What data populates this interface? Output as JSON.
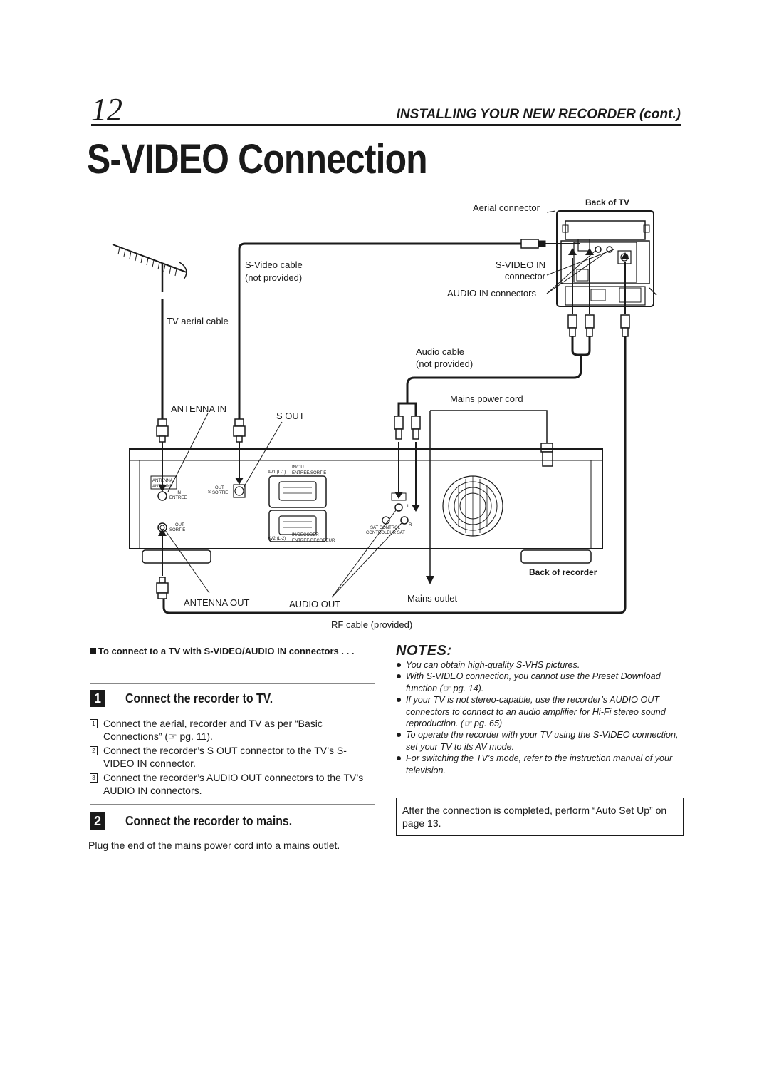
{
  "header": {
    "page_number": "12",
    "section": "INSTALLING YOUR NEW RECORDER (cont.)",
    "title": "S-VIDEO Connection"
  },
  "diagram": {
    "labels": {
      "aerial_connector": "Aerial connector",
      "back_of_tv": "Back of TV",
      "svideo_cable": "S-Video cable",
      "not_provided_1": "(not provided)",
      "svideo_in": "S-VIDEO IN",
      "connector": "connector",
      "audio_in_connectors": "AUDIO IN connectors",
      "tv_aerial_cable": "TV aerial cable",
      "audio_cable": "Audio cable",
      "not_provided_2": "(not provided)",
      "mains_power_cord": "Mains power cord",
      "antenna_in": "ANTENNA IN",
      "s_out": "S OUT",
      "back_of_recorder": "Back of recorder",
      "antenna_out": "ANTENNA OUT",
      "audio_out": "AUDIO OUT",
      "mains_outlet": "Mains outlet",
      "rf_cable": "RF cable (provided)"
    },
    "panel_text": {
      "antenna": "ANTENNA",
      "antenne": "ANTENNE",
      "in": "IN",
      "entree": "ENTREE",
      "out": "OUT",
      "sortie": "SORTIE",
      "s": "S",
      "av1": "AV1 (L-1)",
      "in_out": "IN/OUT",
      "entree_sortie": "ENTREE/SORTIE",
      "av2": "AV2 (L-2)",
      "in_decoder": "IN/DECODER",
      "entree_decodeur": "ENTREE/DECODEUR",
      "sat_control": "SAT CONTROL",
      "controleur_sat": "CONTROLEUR SAT",
      "l": "L",
      "r": "R"
    }
  },
  "instructions": {
    "intro": "To connect to a TV with S-VIDEO/AUDIO IN connectors . . .",
    "step1": {
      "number": "1",
      "title": "Connect the recorder to TV.",
      "items": [
        {
          "n": "1",
          "text": "Connect the aerial, recorder and TV as per “Basic Connections” (☞ pg. 11)."
        },
        {
          "n": "2",
          "text": "Connect the recorder’s S OUT connector to the TV’s S-VIDEO IN connector."
        },
        {
          "n": "3",
          "text": "Connect the recorder’s AUDIO OUT connectors to the TV’s AUDIO IN connectors."
        }
      ]
    },
    "step2": {
      "number": "2",
      "title": "Connect the recorder to mains.",
      "text": "Plug the end of the mains power cord into a mains outlet."
    }
  },
  "notes": {
    "heading": "NOTES:",
    "items": [
      "You can obtain high-quality S-VHS pictures.",
      "With S-VIDEO connection, you cannot use the Preset Download function (☞ pg. 14).",
      "If your TV is not stereo-capable, use the recorder’s AUDIO OUT connectors to connect to an audio amplifier for Hi-Fi stereo sound reproduction. (☞ pg. 65)",
      "To operate the recorder with your TV using the S-VIDEO connection, set your TV to its AV mode.",
      "For switching the TV’s mode, refer to the instruction manual of your television."
    ],
    "box": "After the connection is completed, perform “Auto Set Up” on page 13."
  }
}
